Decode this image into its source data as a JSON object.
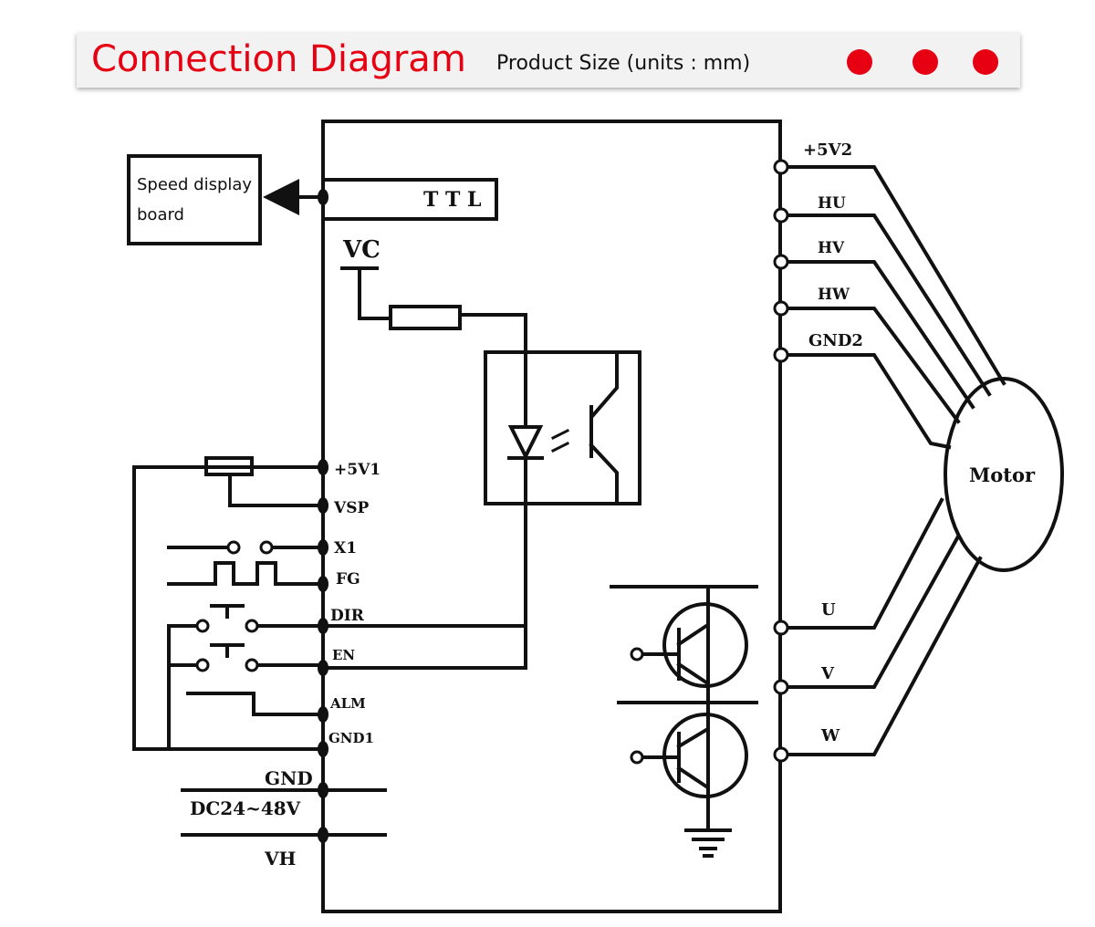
{
  "header": {
    "title": "Connection Diagram",
    "subtitle": "Product Size (units : mm)",
    "dot_color": "#e60012"
  },
  "diagram": {
    "speed_display_line1": "Speed display",
    "speed_display_line2": "board",
    "ttl": "T T L",
    "vc": "VC",
    "left_terminals": {
      "p5v1": "+5V1",
      "vsp": "VSP",
      "x1": "X1",
      "fg": "FG",
      "dir": "DIR",
      "en": "EN",
      "alm": "ALM",
      "gnd1": "GND1"
    },
    "power": {
      "gnd": "GND",
      "voltage": "DC24~48V",
      "vh": "VH"
    },
    "right_terminals": {
      "p5v2": "+5V2",
      "hu": "HU",
      "hv": "HV",
      "hw": "HW",
      "gnd2": "GND2",
      "u": "U",
      "v": "V",
      "w": "W"
    },
    "motor": "Motor"
  }
}
